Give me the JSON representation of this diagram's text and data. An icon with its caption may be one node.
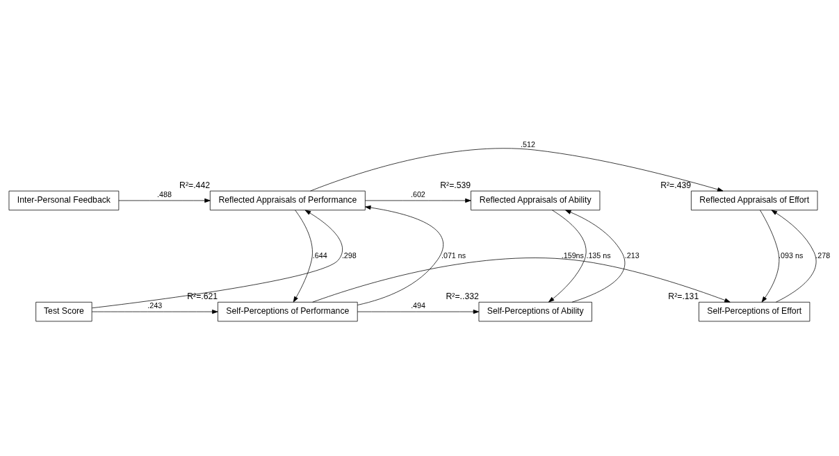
{
  "diagram": {
    "nodes": [
      {
        "text": [
          "Inter-Personal Feedback"
        ]
      },
      {
        "text": [
          "Reflected Appraisals of Performance"
        ],
        "beside": [
          "R²=.442"
        ]
      },
      {
        "text": [
          "Reflected Appraisals of Ability"
        ],
        "beside": [
          "R²=.539"
        ]
      },
      {
        "text": [
          "Reflected Appraisals of Effort"
        ],
        "beside": [
          "R²=.439"
        ]
      },
      {
        "text": [
          "Test Score"
        ]
      },
      {
        "text": [
          "Self-Perceptions of Performance"
        ],
        "beside": [
          "R²=.621"
        ]
      },
      {
        "text": [
          "Self-Perceptions of Ability"
        ],
        "beside": [
          "R²=..332"
        ]
      },
      {
        "text": [
          "Self-Perceptions of Effort"
        ],
        "beside": [
          "R²=.131"
        ]
      }
    ],
    "edges": [
      {
        "from": 0,
        "to": 1,
        "arrow": "to",
        "label": ".488"
      },
      {
        "from": 4,
        "to": 1,
        "arrow": "to",
        "label": ".298"
      },
      {
        "from": 4,
        "to": 5,
        "arrow": "to",
        "label": ".243"
      },
      {
        "from": 1,
        "to": 2,
        "arrow": "to",
        "label": ".602"
      },
      {
        "from": 1,
        "to": 3,
        "arrow": "to",
        "label": ".512"
      },
      {
        "from": 1,
        "to": 5,
        "arrow": "to",
        "label": ".644"
      },
      {
        "from": 5,
        "to": 1,
        "arrow": "to",
        "label": ".071 ns"
      },
      {
        "from": 2,
        "to": 6,
        "arrow": "to",
        "label": ".135 ns"
      },
      {
        "from": 6,
        "to": 2,
        "arrow": "to",
        "label": ".213"
      },
      {
        "from": 3,
        "to": 7,
        "arrow": "to",
        "label": ".093 ns"
      },
      {
        "from": 7,
        "to": 3,
        "arrow": "to",
        "label": ".278"
      },
      {
        "from": 5,
        "to": 6,
        "arrow": "to",
        "label": ".494"
      },
      {
        "from": 5,
        "to": 7,
        "arrow": "to",
        "label": ".159ns"
      }
    ]
  }
}
